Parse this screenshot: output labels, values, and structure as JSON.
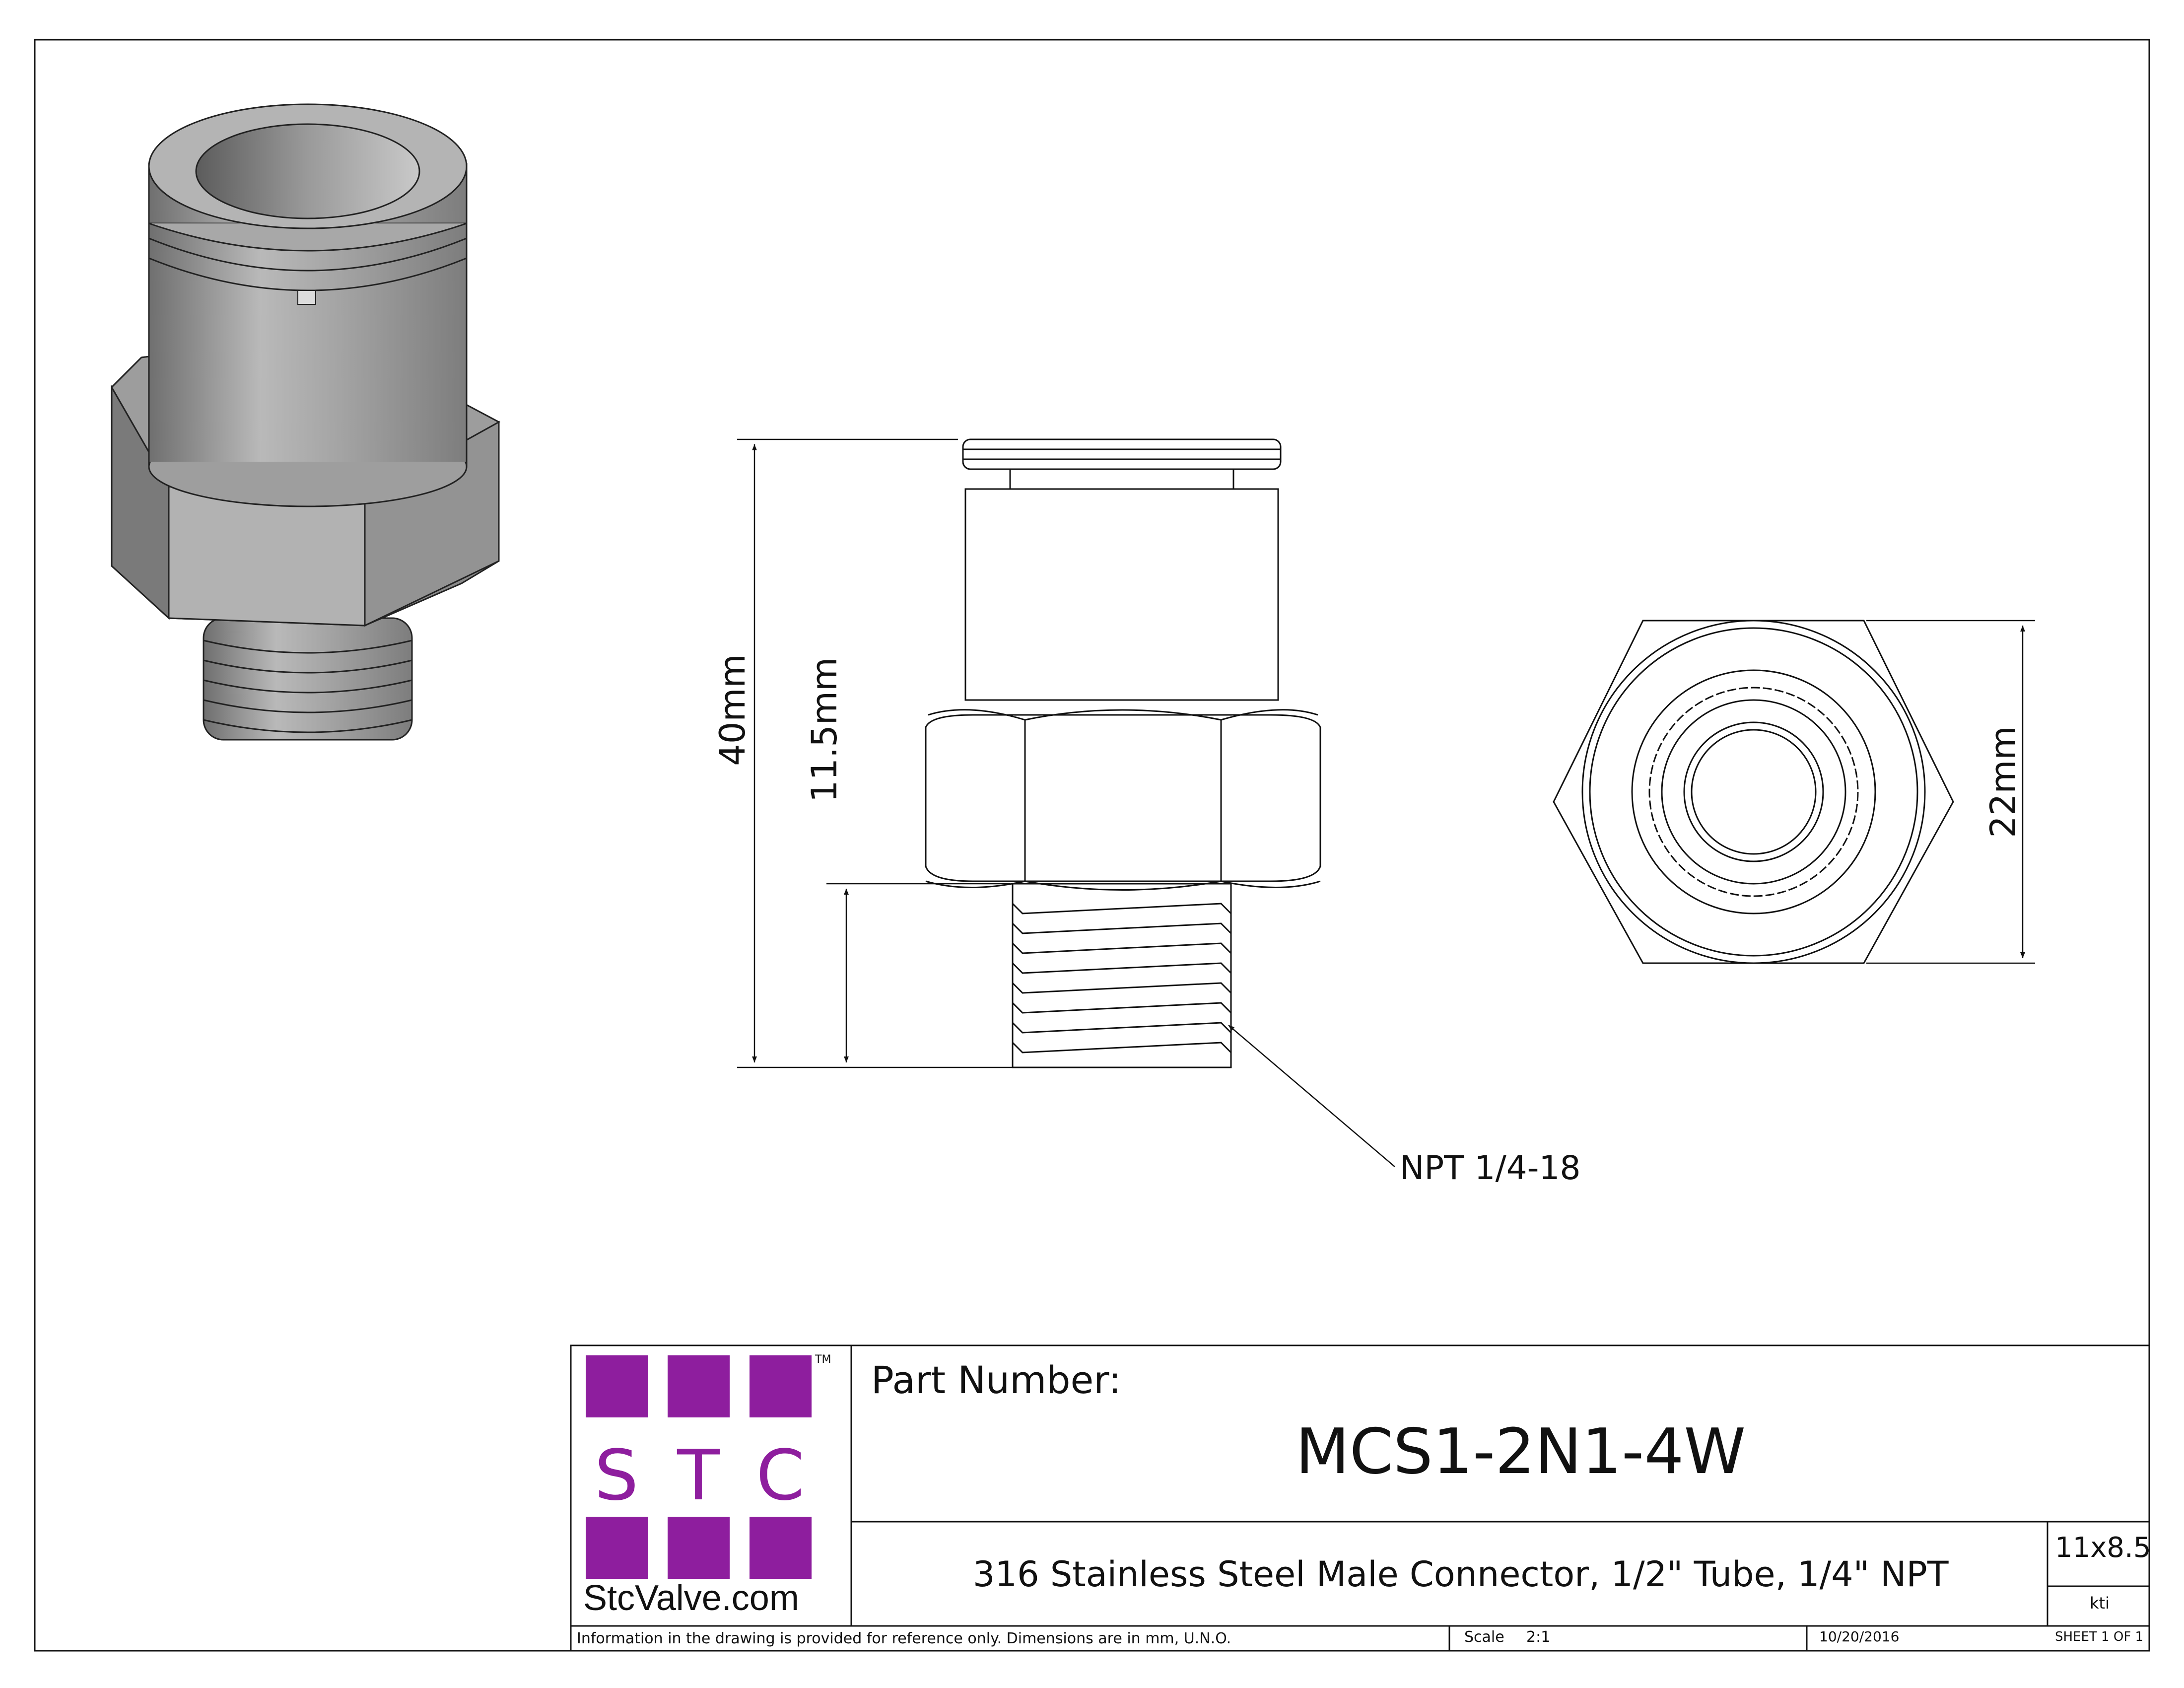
{
  "drawing": {
    "dimensions": {
      "overall_height": "40mm",
      "thread_length": "11.5mm",
      "hex_width": "22mm",
      "thread_callout": "NPT 1/4-18"
    }
  },
  "title_block": {
    "logo": {
      "letters": [
        "S",
        "T",
        "C"
      ],
      "trademark": "TM",
      "website": "StcValve.com",
      "color": "#8e1e9e"
    },
    "part_number_label": "Part Number:",
    "part_number": "MCS1-2N1-4W",
    "description": "316 Stainless Steel Male Connector, 1/2\" Tube, 1/4\" NPT",
    "size": "11x8.5",
    "drawn_by": "kti",
    "note": "Information in the drawing is provided for reference only. Dimensions are in mm, U.N.O.",
    "scale_label": "Scale",
    "scale_value": "2:1",
    "date": "10/20/2016",
    "sheet": "SHEET 1 OF 1"
  }
}
